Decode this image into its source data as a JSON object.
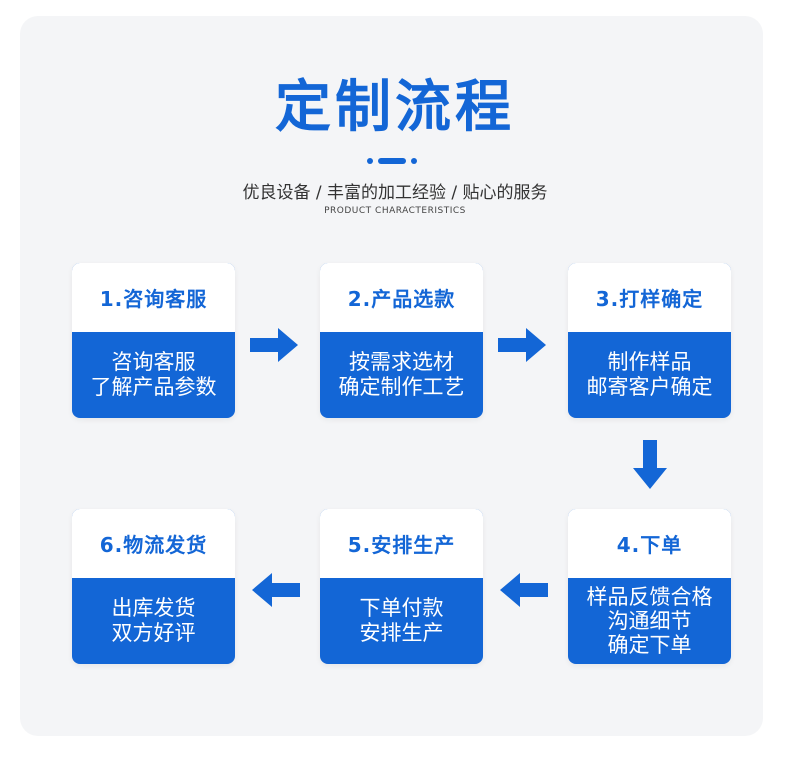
{
  "title": "定制流程",
  "subtitle": "优良设备 / 丰富的加工经验 / 贴心的服务",
  "subtitle_en": "PRODUCT CHARACTERISTICS",
  "colors": {
    "accent": "#1366d6",
    "panel": "#f4f5f7"
  },
  "steps": [
    {
      "heading": "1.咨询客服",
      "lines": [
        "咨询客服",
        "了解产品参数"
      ]
    },
    {
      "heading": "2.产品选款",
      "lines": [
        "按需求选材",
        "确定制作工艺"
      ]
    },
    {
      "heading": "3.打样确定",
      "lines": [
        "制作样品",
        "邮寄客户确定"
      ]
    },
    {
      "heading": "4.下单",
      "lines": [
        "样品反馈合格",
        "沟通细节",
        "确定下单"
      ]
    },
    {
      "heading": "5.安排生产",
      "lines": [
        "下单付款",
        "安排生产"
      ]
    },
    {
      "heading": "6.物流发货",
      "lines": [
        "出库发货",
        "双方好评"
      ]
    }
  ],
  "arrows": [
    {
      "icon": "arrow-right-icon"
    },
    {
      "icon": "arrow-right-icon"
    },
    {
      "icon": "arrow-down-icon"
    },
    {
      "icon": "arrow-left-icon"
    },
    {
      "icon": "arrow-left-icon"
    }
  ]
}
